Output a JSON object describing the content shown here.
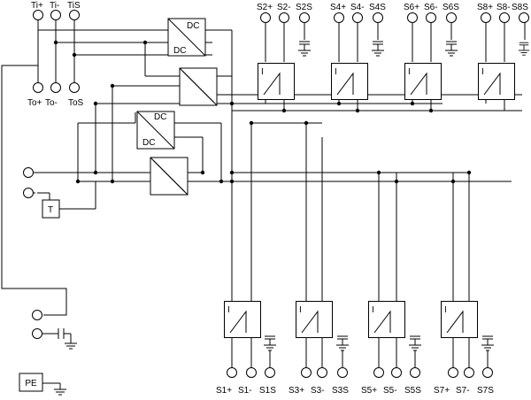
{
  "input_terminals": [
    {
      "id": "ti_plus",
      "label": "Ti+"
    },
    {
      "id": "ti_minus",
      "label": "Ti-"
    },
    {
      "id": "ti_s",
      "label": "TiS"
    }
  ],
  "output_terminals": [
    {
      "id": "to_plus",
      "label": "To+"
    },
    {
      "id": "to_minus",
      "label": "To-"
    },
    {
      "id": "to_s",
      "label": "ToS"
    }
  ],
  "dc_converters": [
    {
      "id": "dc1",
      "label_top": "DC",
      "label_bottom": "DC"
    },
    {
      "id": "dc2",
      "label_top": "",
      "label_bottom": ""
    },
    {
      "id": "dc3",
      "label_top": "DC",
      "label_bottom": "DC"
    },
    {
      "id": "dc4",
      "label_top": "",
      "label_bottom": ""
    }
  ],
  "temperature_sensor": {
    "label": "T"
  },
  "current_sources_top": [
    {
      "id": "top_1",
      "symbol": "I",
      "labels": [
        "S2+",
        "S2-",
        "S2S"
      ]
    },
    {
      "id": "top_2",
      "symbol": "I",
      "labels": [
        "S4+",
        "S4-",
        "S4S"
      ]
    },
    {
      "id": "top_3",
      "symbol": "I",
      "labels": [
        "S6+",
        "S6-",
        "S6S"
      ]
    },
    {
      "id": "top_4",
      "symbol": "I",
      "labels": [
        "S8+",
        "S8-",
        "S8S"
      ]
    }
  ],
  "current_sources_bottom": [
    {
      "id": "bot_1",
      "symbol": "I",
      "labels": [
        "S1+",
        "S1-",
        "S1S"
      ]
    },
    {
      "id": "bot_2",
      "symbol": "I",
      "labels": [
        "S3+",
        "S3-",
        "S3S"
      ]
    },
    {
      "id": "bot_3",
      "symbol": "I",
      "labels": [
        "S5+",
        "S5-",
        "S5S"
      ]
    },
    {
      "id": "bot_4",
      "symbol": "I",
      "labels": [
        "S7+",
        "S7-",
        "S7S"
      ]
    }
  ],
  "protective_earth": {
    "label": "PE"
  }
}
